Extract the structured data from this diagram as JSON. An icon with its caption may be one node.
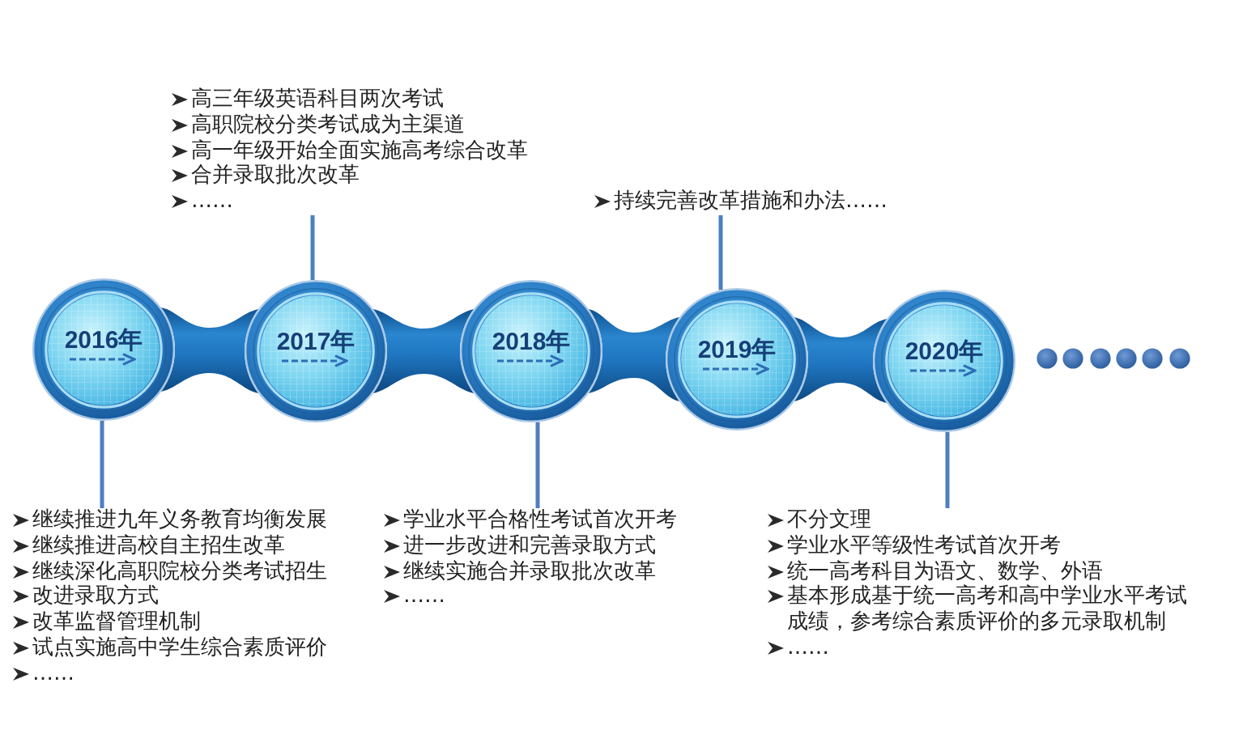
{
  "diagram": {
    "nodes": [
      {
        "text": [
          "2016年"
        ]
      },
      {
        "text": [
          "2017年"
        ]
      },
      {
        "text": [
          "2018年"
        ]
      },
      {
        "text": [
          "2019年"
        ]
      },
      {
        "text": [
          "2020年"
        ]
      },
      {
        "text": [
          "继续推进九年义务教育均衡发展",
          "继续推进高校自主招生改革",
          "继续深化高职院校分类考试招生",
          "改进录取方式",
          "改革监督管理机制",
          "试点实施高中学生综合素质评价",
          "……"
        ]
      },
      {
        "text": [
          "高三年级英语科目两次考试",
          "高职院校分类考试成为主渠道",
          "高一年级开始全面实施高考综合改革",
          "合并录取批次改革",
          "……"
        ]
      },
      {
        "text": [
          "学业水平合格性考试首次开考",
          "进一步改进和完善录取方式",
          "继续实施合并录取批次改革",
          "……"
        ]
      },
      {
        "text": [
          "持续完善改革措施和办法……"
        ]
      },
      {
        "text": [
          "不分文理",
          "学业水平等级性考试首次开考",
          "统一高考科目为语文、数学、外语",
          "基本形成基于统一高考和高中学业水平考试成绩，参考综合素质评价的多元录取机制",
          "……"
        ]
      }
    ],
    "edges": [
      {
        "from": 0,
        "to": 1,
        "arrow": "none",
        "style": "thick"
      },
      {
        "from": 1,
        "to": 2,
        "arrow": "none",
        "style": "thick"
      },
      {
        "from": 2,
        "to": 3,
        "arrow": "none",
        "style": "thick"
      },
      {
        "from": 3,
        "to": 4,
        "arrow": "none",
        "style": "thick"
      },
      {
        "from": 5,
        "to": 0,
        "arrow": "none"
      },
      {
        "from": 6,
        "to": 1,
        "arrow": "none"
      },
      {
        "from": 7,
        "to": 2,
        "arrow": "none"
      },
      {
        "from": 8,
        "to": 3,
        "arrow": "none"
      },
      {
        "from": 9,
        "to": 4,
        "arrow": "none"
      }
    ]
  }
}
